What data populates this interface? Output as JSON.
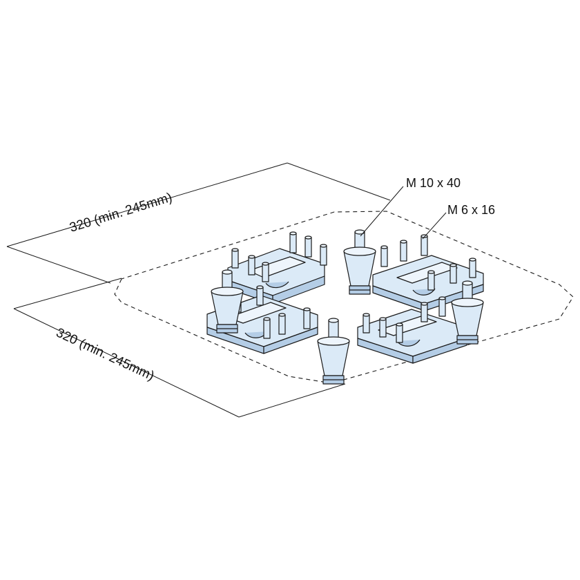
{
  "dimensions": {
    "top": "320 (min. 245mm)",
    "left": "320 (min. 245mm)"
  },
  "callouts": {
    "cone_screw": "M 10 x 40",
    "pin_screw": "M 6 x 16"
  },
  "colors": {
    "part_fill": "#dbeaf7",
    "part_shade": "#b4cde6",
    "part_highlight": "#eef5fc",
    "line": "#1a1a1a"
  }
}
